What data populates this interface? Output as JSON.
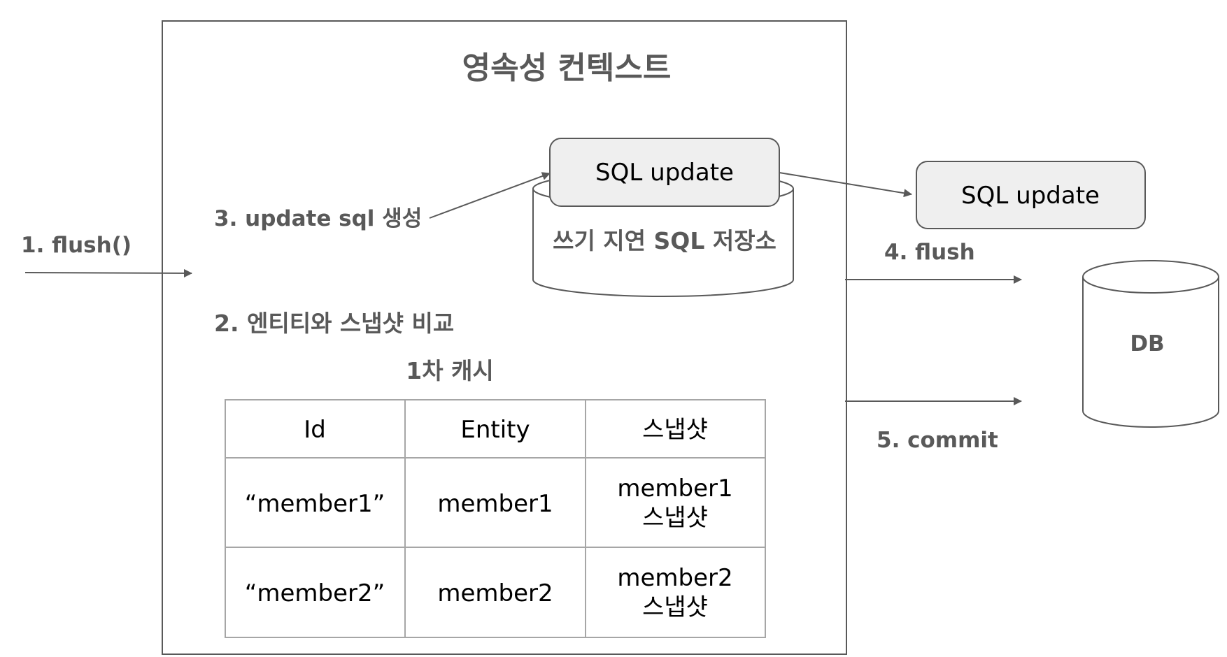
{
  "persistence_context": {
    "title": "영속성 컨텍스트"
  },
  "steps": {
    "flush_call": "1. flush()",
    "compare": "2. 엔티티와 스냅샷 비교",
    "generate_sql": "3. update sql 생성",
    "flush": "4. flush",
    "commit": "5. commit"
  },
  "write_behind_store": {
    "label": "쓰기 지연 SQL 저장소",
    "entry": "SQL update"
  },
  "db_pending": {
    "entry": "SQL update"
  },
  "database": {
    "label": "DB"
  },
  "first_level_cache": {
    "title": "1차 캐시",
    "columns": [
      "Id",
      "Entity",
      "스냅샷"
    ],
    "rows": [
      {
        "id": "“member1”",
        "entity": "member1",
        "snapshot_line1": "member1",
        "snapshot_line2": "스냅샷"
      },
      {
        "id": "“member2”",
        "entity": "member2",
        "snapshot_line1": "member2",
        "snapshot_line2": "스냅샷"
      }
    ]
  },
  "colors": {
    "frame": "#595959",
    "box_fill": "#efefef",
    "label_gray": "#595959",
    "table_border": "#a6a6a6"
  }
}
